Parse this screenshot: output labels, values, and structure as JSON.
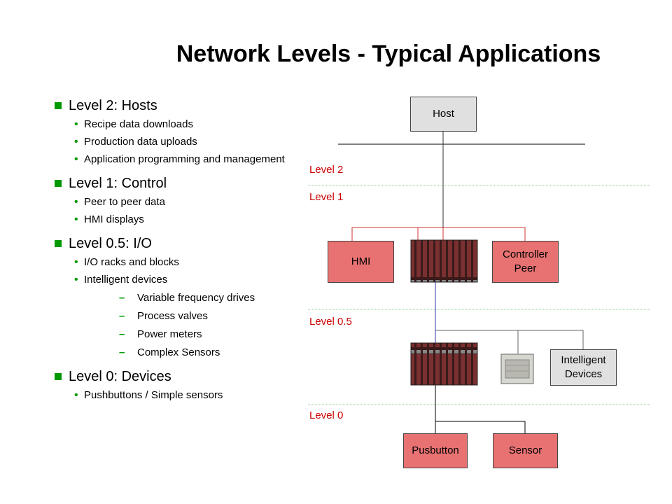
{
  "title": "Network Levels - Typical Applications",
  "bullets": [
    {
      "label": "Level 2: Hosts",
      "items": [
        {
          "text": "Recipe data downloads"
        },
        {
          "text": "Production data uploads"
        },
        {
          "text": "Application programming and management"
        }
      ]
    },
    {
      "label": "Level 1: Control",
      "items": [
        {
          "text": "Peer to peer data"
        },
        {
          "text": "HMI displays"
        }
      ]
    },
    {
      "label": "Level 0.5: I/O",
      "items": [
        {
          "text": "I/O racks and blocks"
        },
        {
          "text": "Intelligent devices",
          "sub": [
            "Variable frequency drives",
            "Process valves",
            "Power meters",
            "Complex Sensors"
          ]
        }
      ]
    },
    {
      "label": "Level 0: Devices",
      "items": [
        {
          "text": "Pushbuttons / Simple sensors"
        }
      ]
    }
  ],
  "diagram": {
    "host": "Host",
    "level2": "Level 2",
    "level1": "Level 1",
    "hmi": "HMI",
    "controller_line1": "Controller",
    "controller_line2": "Peer",
    "level05": "Level 0.5",
    "intelligent_line1": "Intelligent",
    "intelligent_line2": "Devices",
    "level0": "Level 0",
    "pushbutton": "Pusbutton",
    "sensor": "Sensor"
  },
  "colors": {
    "bullet_marker": "#009900",
    "level_label": "#cc0000",
    "red_box": "#e87272",
    "gray_box": "#e0e0e0",
    "level_divider": "#88cc88"
  }
}
